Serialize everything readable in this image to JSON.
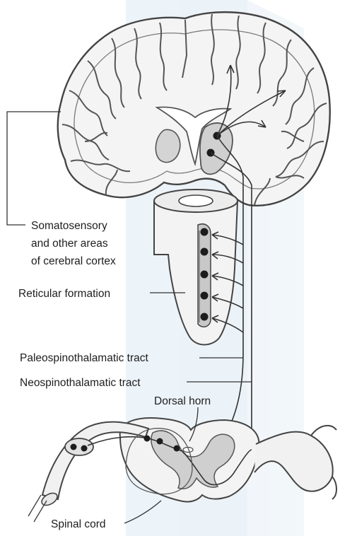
{
  "labels": {
    "cortex_line1": "Somatosensory",
    "cortex_line2": "and other areas",
    "cortex_line3": "of cerebral cortex",
    "reticular": "Reticular formation",
    "paleo": "Paleospinothalamatic tract",
    "neo": "Neospinothalamatic tract",
    "dorsal_horn": "Dorsal horn",
    "spinal_cord": "Spinal cord"
  },
  "colors": {
    "background": "#ffffff",
    "watermark": "#e4eef6",
    "tissue_outline": "#4a4a4a",
    "white_matter": "#f6f6f6",
    "gray_matter": "#c9c9c9",
    "neuron": "#1c1c1c",
    "pathway": "#3a3a3a",
    "label_text": "#1e1e1e"
  }
}
